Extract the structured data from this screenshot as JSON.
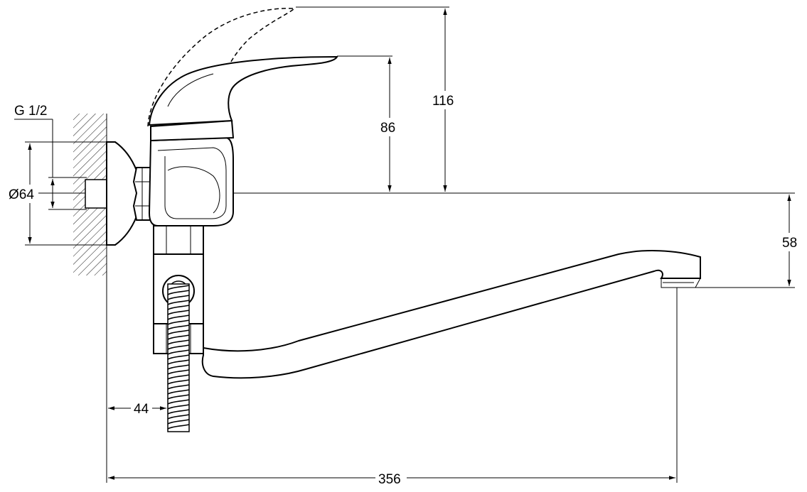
{
  "drawing": {
    "thread_label": "G 1/2",
    "flange_diameter_label": "Ø64",
    "dimensions": {
      "handle_height_raised": "116",
      "handle_height": "86",
      "spout_drop": "58",
      "wall_to_hose": "44",
      "wall_to_spout": "356"
    }
  }
}
